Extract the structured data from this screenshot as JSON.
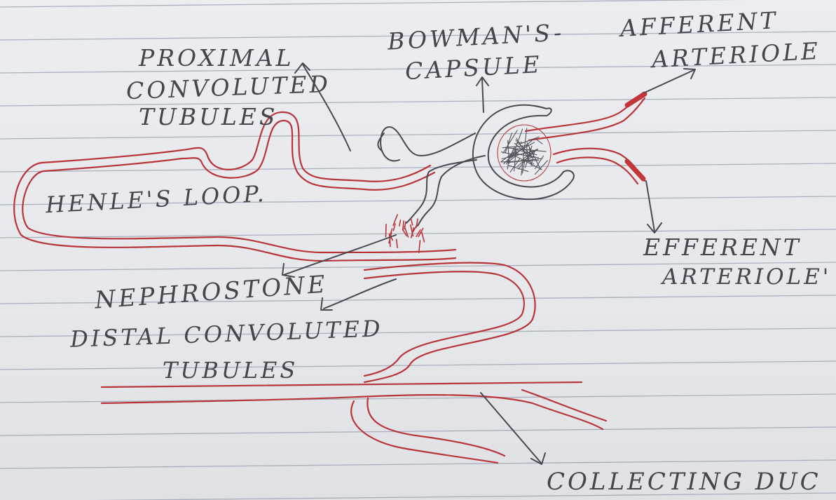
{
  "labels": {
    "proximal_line1": "PROXIMAL",
    "proximal_line2": "CONVOLUTED",
    "proximal_line3": "TUBULES",
    "bowman_line1": "BOWMAN'S-",
    "bowman_line2": "CAPSULE",
    "afferent_line1": "AFFERENT",
    "afferent_line2": "ARTERIOLE",
    "henle": "HENLE'S LOOP.",
    "efferent_line1": "EFFERENT",
    "efferent_line2": "ARTERIOLE'",
    "nephrostone": "NEPHROSTONE",
    "distal_line1": "DISTAL CONVOLUTED",
    "distal_line2": "TUBULES",
    "collecting": "COLLECTING DUC"
  },
  "colors": {
    "tubule_red": "#b8363a",
    "pencil_ink": "#4a4852",
    "paper": "#e8eaed",
    "rule_lines": "#8a93a6"
  }
}
